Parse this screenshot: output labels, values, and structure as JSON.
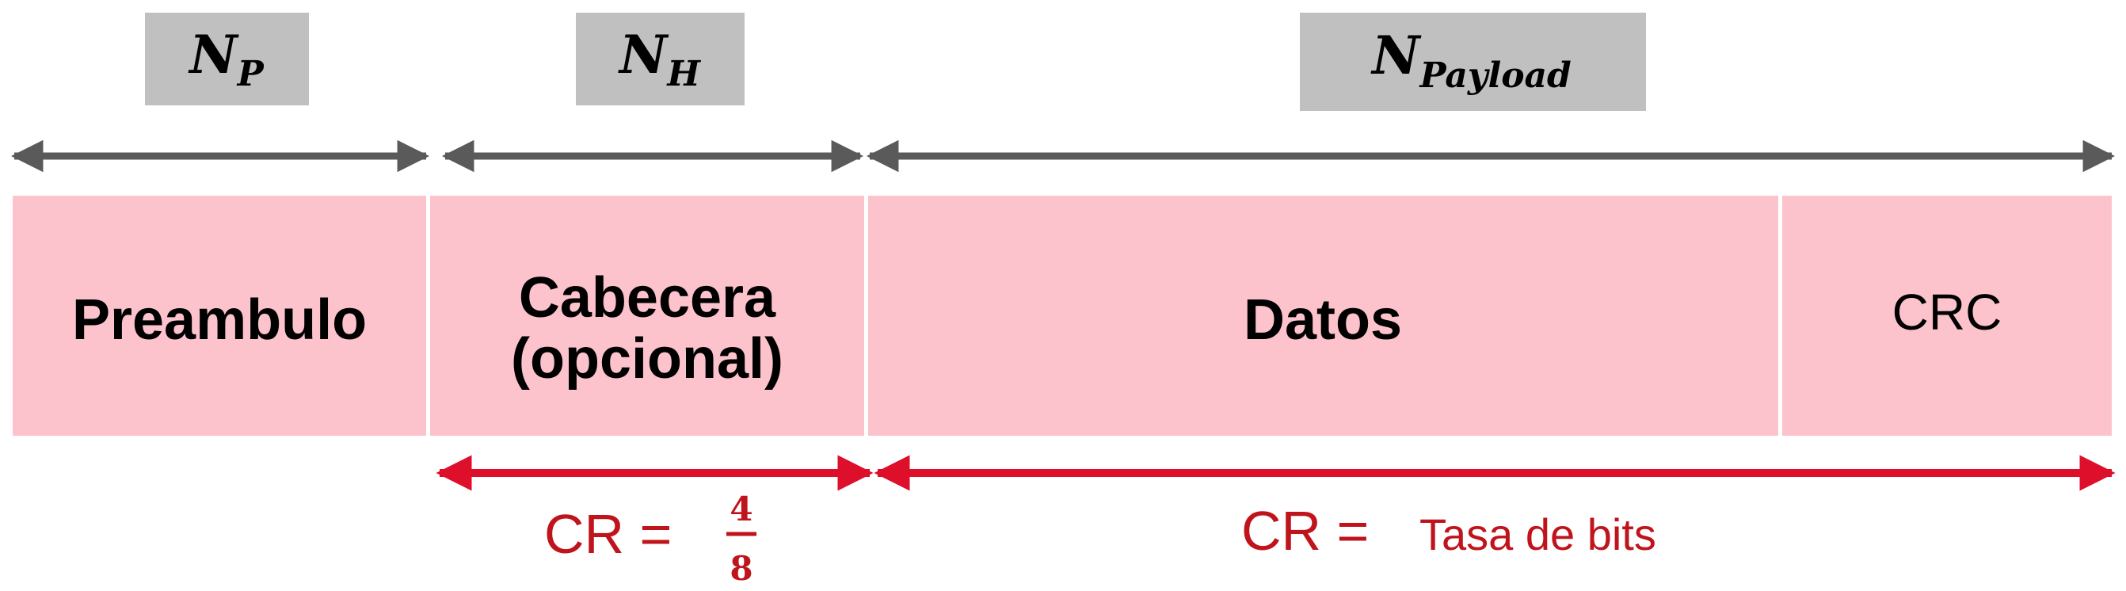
{
  "labels": {
    "np_main": "N",
    "np_sub": "P",
    "nh_main": "N",
    "nh_sub": "H",
    "npay_main": "N",
    "npay_sub": "Payload"
  },
  "segments": {
    "preamble": "Preambulo",
    "header_line1": "Cabecera",
    "header_line2": "(opcional)",
    "data": "Datos",
    "crc": "CRC"
  },
  "coding_rates": {
    "header_prefix": "CR =",
    "header_numerator": "4",
    "header_denominator": "8",
    "payload_prefix": "CR =",
    "payload_text": "Tasa de bits"
  },
  "colors": {
    "segment_fill": "#fdc3cc",
    "label_box": "#c0c0c0",
    "gray_arrow": "#5a5a5a",
    "red_arrow": "#dd0f2a",
    "red_text": "#c0141c"
  }
}
